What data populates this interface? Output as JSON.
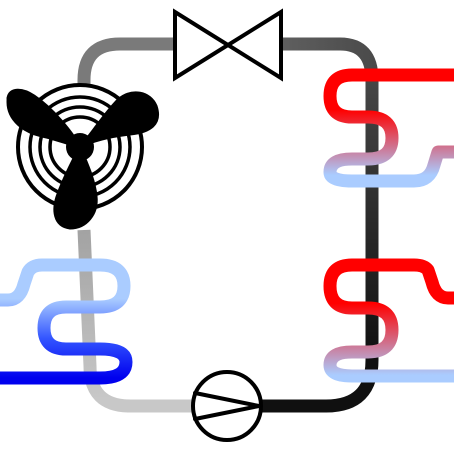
{
  "diagram": {
    "type": "heat-pump-refrigeration-cycle",
    "components": [
      "compressor-icon",
      "expansion-valve-icon",
      "fan-icon",
      "evaporator-coil",
      "condenser-coil-upper",
      "condenser-coil-lower",
      "refrigerant-loop"
    ],
    "colors": {
      "hot": "#ff0000",
      "warm_mid": "#c08cb0",
      "cool_light": "#aaccff",
      "cold": "#0000ee",
      "loop_dark": "#111111",
      "loop_mid": "#6e6e6e",
      "loop_light": "#c8c8c8",
      "outline": "#000000",
      "background": "#ffffff"
    }
  }
}
